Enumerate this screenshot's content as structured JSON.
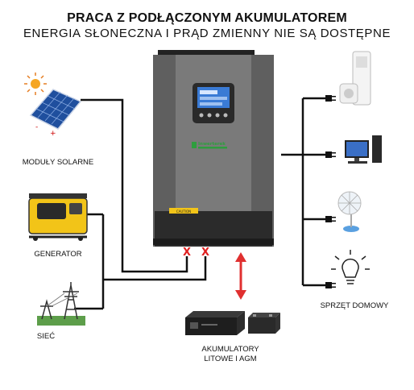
{
  "title": "PRACA Z PODŁĄCZONYM AKUMULATOREM",
  "subtitle": "ENERGIA SŁONECZNA I PRĄD ZMIENNY NIE SĄ DOSTĘPNE",
  "sources": {
    "solar": "MODUŁY SOLARNE",
    "generator": "GENERATOR",
    "grid": "SIEĆ"
  },
  "loads": {
    "label": "SPRZĘT DOMOWY"
  },
  "battery": {
    "line1": "AKUMULATORY",
    "line2": "LITOWE I AGM"
  },
  "inverter": {
    "brand": "Inwerterek"
  },
  "disconnected_marks": [
    "X",
    "X"
  ],
  "colors": {
    "inverter_body": "#6e6e6e",
    "inverter_dark": "#2b2b2b",
    "arrow_red": "#e03030",
    "cut_red": "#e02020",
    "lcd_blue": "#3a7bd5",
    "brand_green": "#2e9e3e"
  }
}
